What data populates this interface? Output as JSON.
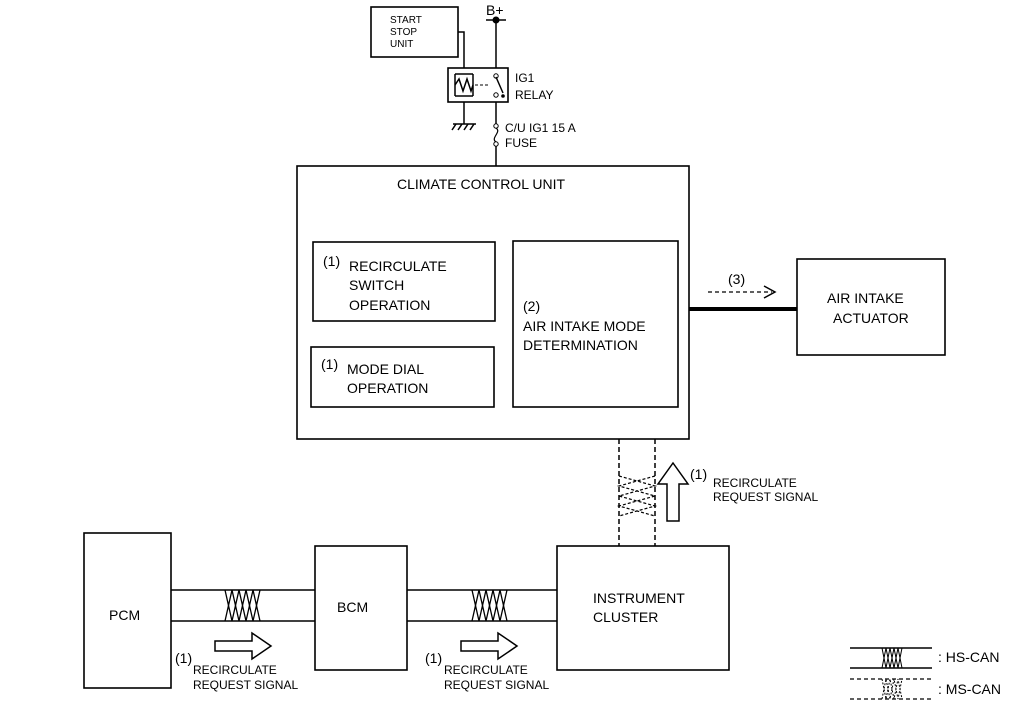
{
  "power": {
    "b_plus": "B+",
    "start_stop_unit": [
      "START",
      "STOP",
      "UNIT"
    ],
    "ig1_relay": [
      "IG1",
      "RELAY"
    ],
    "fuse": [
      "C/U IG1 15 A",
      "FUSE"
    ]
  },
  "ccu": {
    "title": "CLIMATE CONTROL UNIT",
    "recirc_switch": {
      "num": "(1)",
      "lines": [
        "RECIRCULATE",
        "SWITCH",
        "OPERATION"
      ]
    },
    "mode_dial": {
      "num": "(1)",
      "lines": [
        "MODE DIAL",
        "OPERATION"
      ]
    },
    "determination": {
      "num": "(2)",
      "lines": [
        "AIR INTAKE MODE",
        "DETERMINATION"
      ]
    }
  },
  "actuator": {
    "num": "(3)",
    "lines": [
      "AIR INTAKE",
      "ACTUATOR"
    ]
  },
  "modules": {
    "pcm": "PCM",
    "bcm": "BCM",
    "cluster": [
      "INSTRUMENT",
      "CLUSTER"
    ]
  },
  "signals": {
    "num": "(1)",
    "label": [
      "RECIRCULATE",
      "REQUEST SIGNAL"
    ]
  },
  "legend": {
    "hs_can": ": HS-CAN",
    "ms_can": ": MS-CAN"
  }
}
